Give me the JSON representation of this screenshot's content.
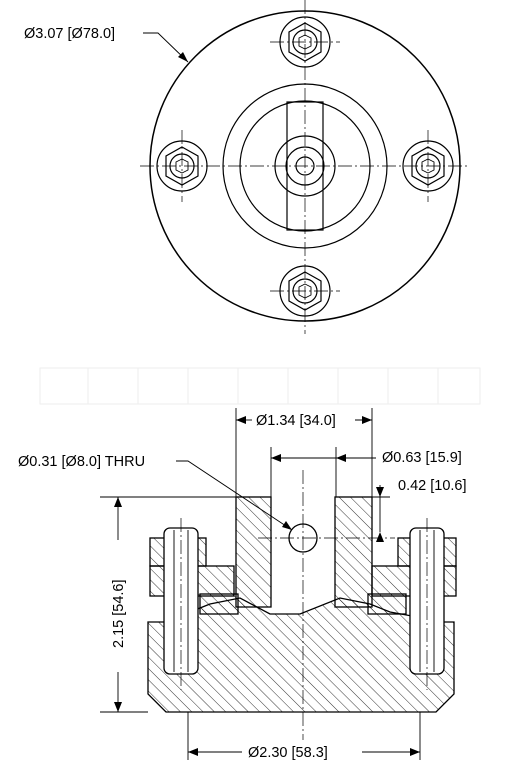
{
  "top_view": {
    "outer_diameter_label": "Ø3.07 [Ø78.0]"
  },
  "section_view": {
    "bore_diameter_label": "Ø1.34 [34.0]",
    "hole_label": "Ø0.31 [Ø8.0] THRU",
    "inner_diameter_label": "Ø0.63 [15.9]",
    "neck_depth_label": "0.42 [10.6]",
    "height_label": "2.15 [54.6]",
    "base_diameter_label": "Ø2.30 [58.3]"
  }
}
